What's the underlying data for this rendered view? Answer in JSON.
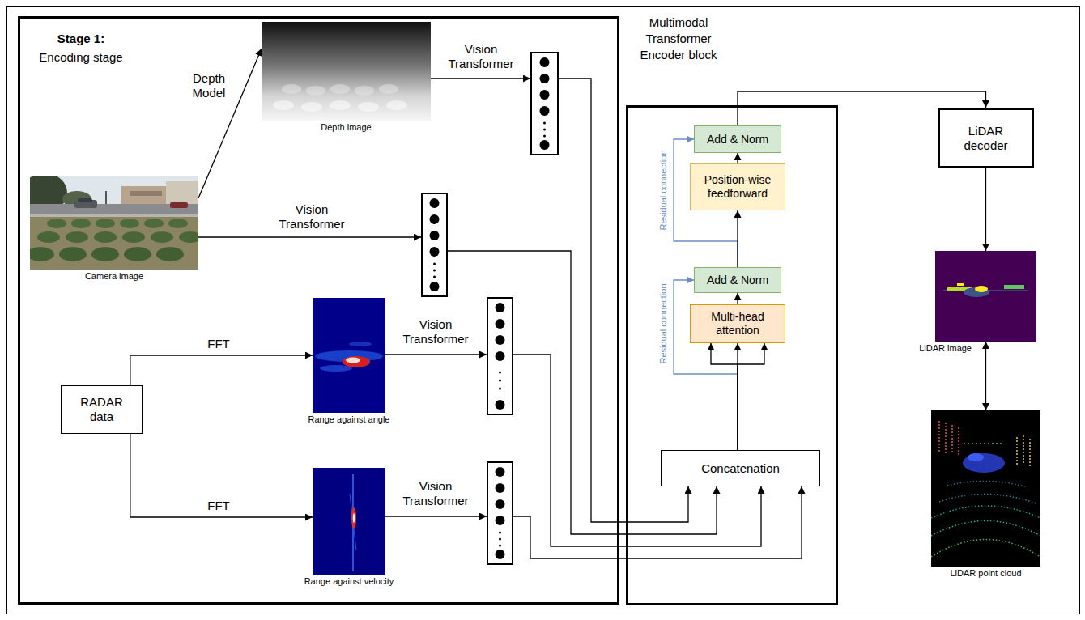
{
  "diagram": {
    "nodes": [
      {
        "text": [
          "Stage 1:",
          "Encoding stage"
        ]
      },
      {
        "text": [
          "Camera image"
        ],
        "in": 0
      },
      {
        "text": [
          "Depth image"
        ],
        "in": 0
      },
      {
        "text": [],
        "in": 0
      },
      {
        "text": [],
        "in": 0
      },
      {
        "text": [
          "RADAR data"
        ],
        "in": 0
      },
      {
        "text": [
          "Range against angle"
        ],
        "in": 0
      },
      {
        "text": [],
        "in": 0
      },
      {
        "text": [
          "Range against velocity"
        ],
        "in": 0
      },
      {
        "text": [],
        "in": 0
      },
      {
        "text": [
          "Multimodal Transformer Encoder block"
        ]
      },
      {
        "text": [
          "Concatenation"
        ],
        "in": 10
      },
      {
        "text": [
          "Multi-head attention"
        ],
        "in": 10
      },
      {
        "text": [
          "Add & Norm"
        ],
        "in": 10
      },
      {
        "text": [
          "Position-wise feedforward"
        ],
        "in": 10
      },
      {
        "text": [
          "Add & Norm"
        ],
        "in": 10
      },
      {
        "text": [
          "LiDAR decoder"
        ]
      },
      {
        "text": [
          "LiDAR image"
        ]
      },
      {
        "text": [
          "LiDAR point cloud"
        ]
      }
    ],
    "edges": [
      {
        "from": 1,
        "to": 2,
        "arrow": "to",
        "label": "Depth Model"
      },
      {
        "from": 2,
        "to": 3,
        "arrow": "to",
        "label": "Vision Transformer"
      },
      {
        "from": 1,
        "to": 4,
        "arrow": "to",
        "label": "Vision Transformer"
      },
      {
        "from": 5,
        "to": 6,
        "arrow": "to",
        "label": "FFT"
      },
      {
        "from": 5,
        "to": 8,
        "arrow": "to",
        "label": "FFT"
      },
      {
        "from": 6,
        "to": 7,
        "arrow": "to",
        "label": "Vision Transformer"
      },
      {
        "from": 8,
        "to": 9,
        "arrow": "to",
        "label": "Vision Transformer"
      },
      {
        "from": 3,
        "to": 11,
        "arrow": "to"
      },
      {
        "from": 4,
        "to": 11,
        "arrow": "to"
      },
      {
        "from": 7,
        "to": 11,
        "arrow": "to"
      },
      {
        "from": 9,
        "to": 11,
        "arrow": "to"
      },
      {
        "from": 11,
        "to": 12,
        "arrow": "to"
      },
      {
        "from": 11,
        "to": 13,
        "arrow": "to",
        "label": "Residual connection"
      },
      {
        "from": 12,
        "to": 13,
        "arrow": "to"
      },
      {
        "from": 13,
        "to": 14,
        "arrow": "to"
      },
      {
        "from": 13,
        "to": 15,
        "arrow": "to",
        "label": "Residual connection"
      },
      {
        "from": 14,
        "to": 15,
        "arrow": "to"
      },
      {
        "from": 15,
        "to": 16,
        "arrow": "to"
      },
      {
        "from": 16,
        "to": 17,
        "arrow": "to"
      },
      {
        "from": 17,
        "to": 18,
        "arrow": "both"
      }
    ]
  }
}
